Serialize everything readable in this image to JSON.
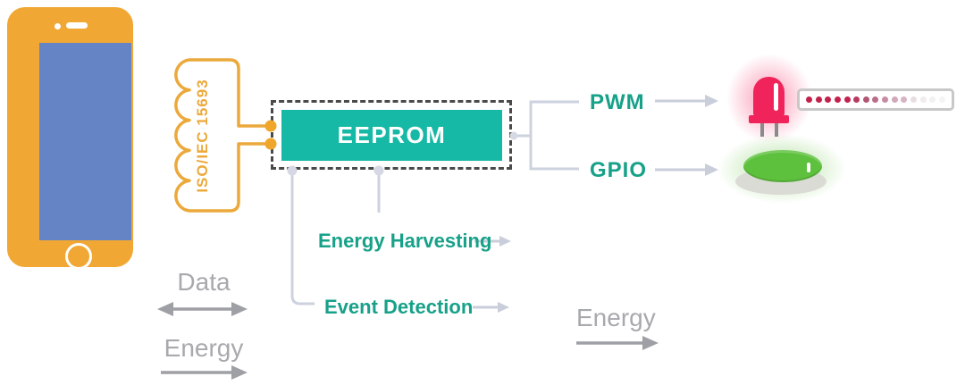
{
  "diagram": {
    "antenna_label": "ISO/IEC 15693",
    "eeprom_label": "EEPROM",
    "pwm_label": "PWM",
    "gpio_label": "GPIO",
    "energy_harvesting_label": "Energy Harvesting",
    "event_detection_label": "Event Detection",
    "legend": {
      "data_label": "Data",
      "energy_label": "Energy",
      "energy_flow_label": "Energy"
    },
    "colors": {
      "accent_orange": "#F1A733",
      "screen_blue": "#6484C5",
      "eeprom_teal": "#15B9A5",
      "label_teal": "#17A189",
      "connector_gray": "#CDD2DF",
      "legend_gray": "#A7A9AD",
      "dash_border_gray": "#4A4A4A",
      "led_red": "#F0245A",
      "button_green": "#5EC13E"
    },
    "led_strip": {
      "dot_colors": [
        "#c2214b",
        "#c2214b",
        "#c2214b",
        "#c2214b",
        "#c2224d",
        "#b93a60",
        "#b25573",
        "#ba6d88",
        "#c78ba3",
        "#d2a7b8",
        "#d8b3c1",
        "#e8dde2",
        "#f0ecee",
        "#f3f1f2",
        "#f5f4f4"
      ]
    }
  }
}
